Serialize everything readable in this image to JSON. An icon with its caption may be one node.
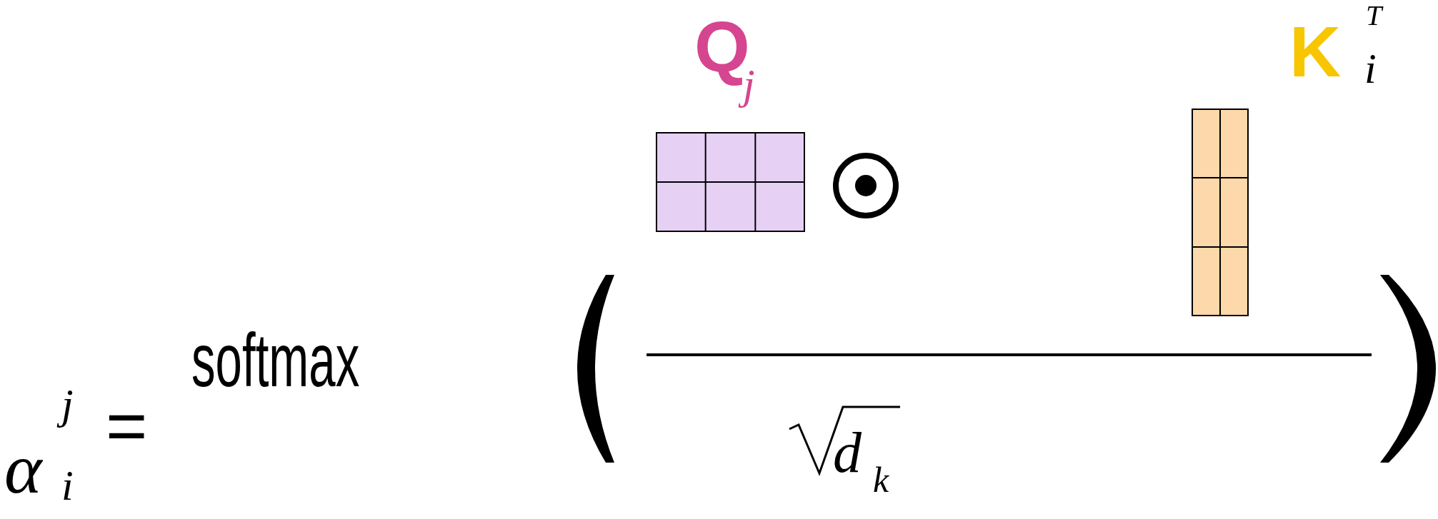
{
  "diagram": {
    "nodes": [
      {
        "text": [],
        "shape": "grid"
      },
      {
        "text": [],
        "shape": "circle"
      },
      {
        "text": [],
        "shape": "grid"
      }
    ],
    "labels": [
      "Q",
      "j",
      "T",
      "K",
      "i",
      "α",
      "j",
      "i",
      "=",
      "softmax",
      "d",
      "k"
    ]
  }
}
